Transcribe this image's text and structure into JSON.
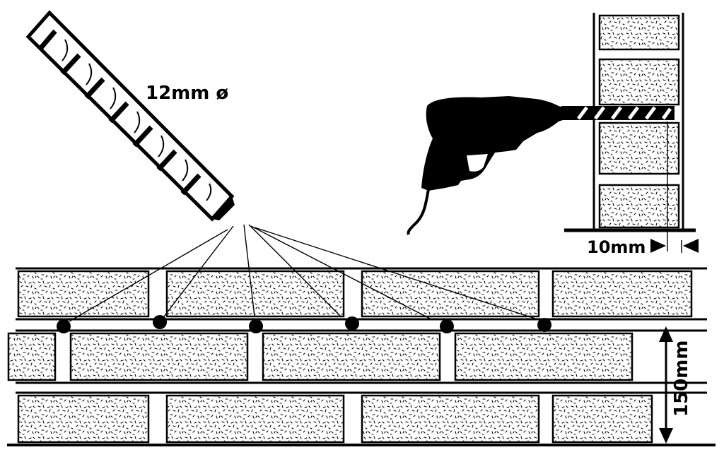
{
  "labels": {
    "rod_diameter": "12mm ø",
    "drill_depth": "10mm",
    "course_height": "150mm"
  },
  "colors": {
    "ink": "#000000",
    "paper": "#ffffff"
  },
  "icons": {
    "drill": "power-drill-icon",
    "rod": "mortar-rod-icon"
  }
}
